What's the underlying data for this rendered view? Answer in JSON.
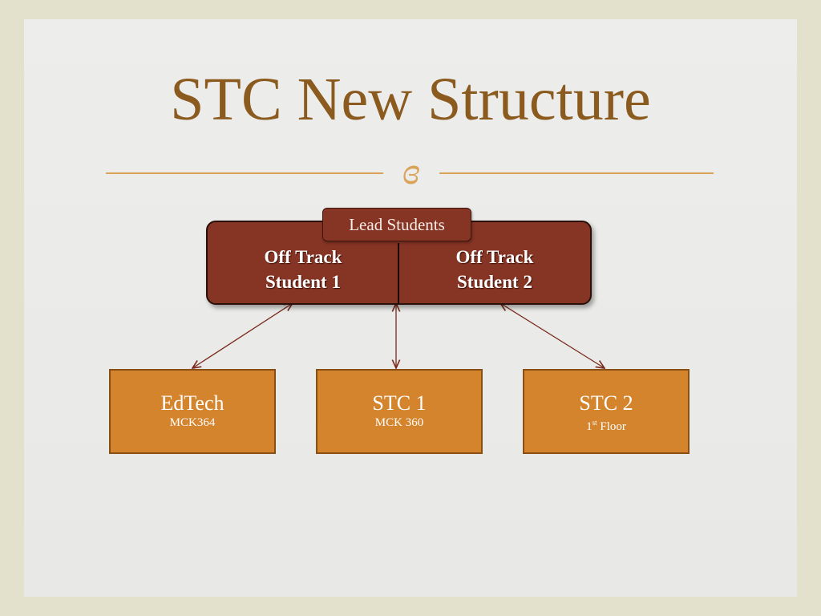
{
  "title": "STC New Structure",
  "flourish": "ɞ",
  "parent": {
    "label": "Lead Students",
    "left": {
      "line1": "Off Track",
      "line2": "Student 1"
    },
    "right": {
      "line1": "Off Track",
      "line2": "Student 2"
    }
  },
  "children": [
    {
      "name": "EdTech",
      "location": "MCK364"
    },
    {
      "name": "STC 1",
      "location": "MCK 360"
    },
    {
      "name": "STC 2",
      "location_prefix": "1",
      "location_sup": "st",
      "location_suffix": " Floor"
    }
  ],
  "colors": {
    "title": "#8b5a1e",
    "accent_rule": "#d9a45a",
    "parent_box": "#863424",
    "child_box": "#d4842c",
    "connector": "#7a2a1c"
  }
}
